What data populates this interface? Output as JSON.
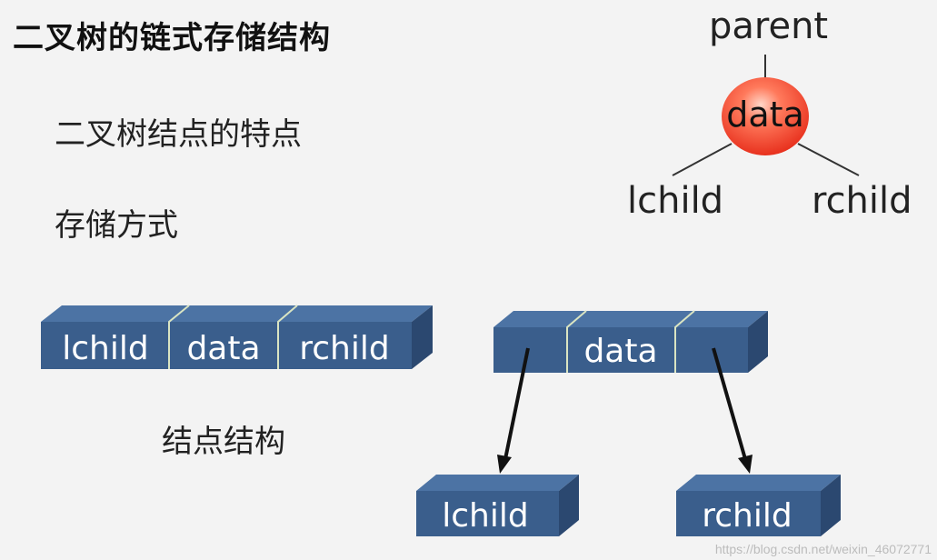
{
  "slide": {
    "title": "二叉树的链式存储结构",
    "items": [
      "二叉树结点的特点",
      "存储方式"
    ],
    "caption": "结点结构"
  },
  "tree_node": {
    "parent": "parent",
    "data": "data",
    "lchild": "lchild",
    "rchild": "rchild"
  },
  "node_structure": {
    "fields": [
      "lchild",
      "data",
      "rchild"
    ]
  },
  "linked_example": {
    "node_fields": [
      "",
      "data",
      ""
    ],
    "left_child": "lchild",
    "right_child": "rchild"
  },
  "colors": {
    "box_front": "#3a5e8c",
    "box_top": "#4c73a4",
    "box_side": "#2b4870",
    "divider": "#d9e4c2",
    "node_circle": "#f3503c"
  },
  "watermark": "https://blog.csdn.net/weixin_46072771"
}
